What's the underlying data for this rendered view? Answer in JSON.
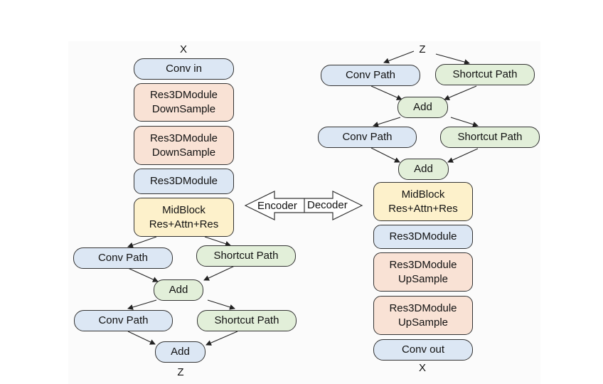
{
  "encoder": {
    "input_label": "X",
    "conv_in": "Conv in",
    "down1": "Res3DModule\nDownSample",
    "down2": "Res3DModule\nDownSample",
    "res": "Res3DModule",
    "mid": "MidBlock\nRes+Attn+Res",
    "conv_path_1": "Conv Path",
    "shortcut_path_1": "Shortcut Path",
    "add_1": "Add",
    "conv_path_2": "Conv Path",
    "shortcut_path_2": "Shortcut Path",
    "add_2": "Add",
    "output_label": "Z"
  },
  "decoder": {
    "input_label": "Z",
    "conv_path_1": "Conv Path",
    "shortcut_path_1": "Shortcut Path",
    "add_1": "Add",
    "conv_path_2": "Conv Path",
    "shortcut_path_2": "Shortcut Path",
    "add_2": "Add",
    "mid": "MidBlock\nRes+Attn+Res",
    "res": "Res3DModule",
    "up1": "Res3DModule\nUpSample",
    "up2": "Res3DModule\nUpSample",
    "conv_out": "Conv out",
    "output_label": "X"
  },
  "center_arrow": {
    "left_text": "Encoder",
    "right_text": "Decoder"
  },
  "colors": {
    "blue": "#dce7f4",
    "green": "#e2efd9",
    "orange": "#f9e2d5",
    "yellow": "#fdf1cb"
  }
}
